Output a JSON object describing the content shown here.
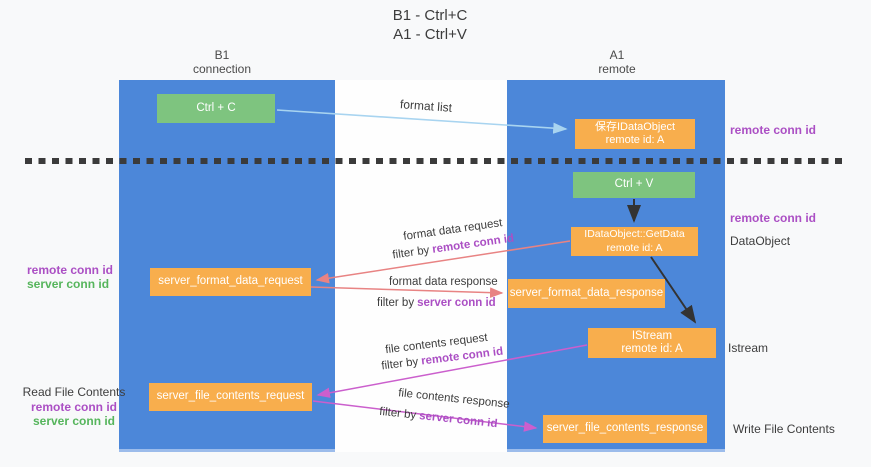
{
  "title": {
    "line1": "B1 - Ctrl+C",
    "line2": "A1 - Ctrl+V"
  },
  "lanes": {
    "left": {
      "title": "B1",
      "subtitle": "connection"
    },
    "right": {
      "title": "A1",
      "subtitle": "remote"
    }
  },
  "nodes": {
    "ctrl_c": "Ctrl + C",
    "ctrl_v": "Ctrl + V",
    "save_dataobject_line1": "保存IDataObject",
    "save_dataobject_line2": "remote id: A",
    "getdata_line1": "IDataObject::GetData",
    "getdata_line2": "remote id: A",
    "istream_line1": "IStream",
    "istream_line2": "remote id: A",
    "format_request": "server_format_data_request",
    "format_response": "server_format_data_response",
    "file_request": "server_file_contents_request",
    "file_response": "server_file_contents_response"
  },
  "flow_labels": {
    "format_list": "format list",
    "format_data_request": "format data request",
    "format_data_response": "format data response",
    "file_contents_request": "file contents request",
    "file_contents_response": "file contents response",
    "filter_by": "filter by",
    "remote_conn_id": "remote conn id",
    "server_conn_id": "server conn id"
  },
  "side_labels": {
    "remote_conn_id": "remote conn id",
    "server_conn_id": "server conn id",
    "dataobject": "DataObject",
    "istream": "Istream",
    "read_file_contents": "Read File Contents",
    "write_file_contents": "Write File Contents"
  },
  "colors": {
    "lane_blue": "#4c87d9",
    "box_green": "#7ec47f",
    "box_orange": "#f8ae4d",
    "arrow_lightblue": "#a8d4f0",
    "arrow_salmon": "#e88383",
    "arrow_magenta": "#cb5fcd",
    "arrow_black": "#333333",
    "text_purple": "#ab4fc4",
    "text_green": "#56b55c"
  }
}
